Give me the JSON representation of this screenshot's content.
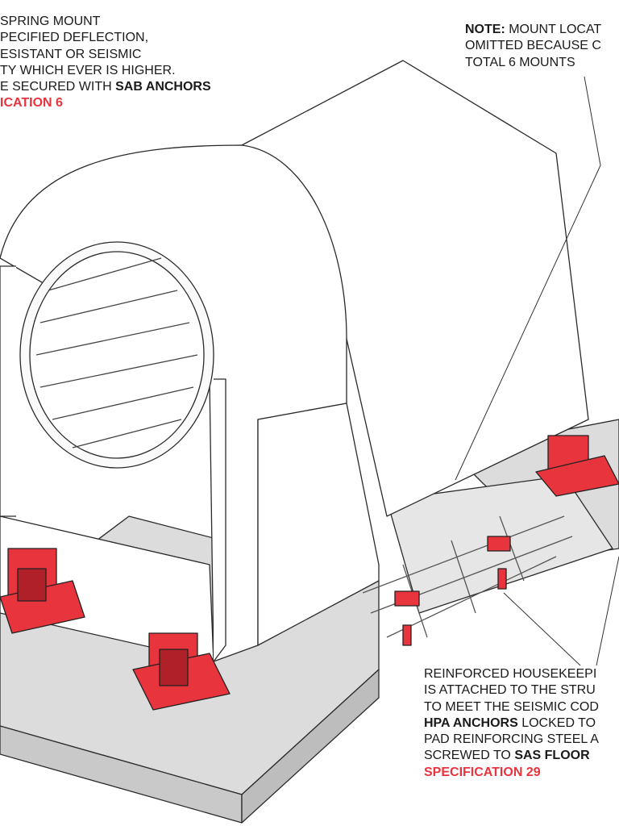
{
  "notes": {
    "left": [
      [
        {
          "t": "SPRING MOUNT",
          "s": "n"
        }
      ],
      [
        {
          "t": "PECIFIED DEFLECTION,",
          "s": "n"
        }
      ],
      [
        {
          "t": "ESISTANT OR SEISMIC",
          "s": "n"
        }
      ],
      [
        {
          "t": "TY WHICH EVER IS HIGHER.",
          "s": "n"
        }
      ],
      [
        {
          "t": "E SECURED WITH ",
          "s": "n"
        },
        {
          "t": "SAB ANCHORS",
          "s": "b"
        }
      ],
      [
        {
          "t": "ICATION 6",
          "s": "r"
        }
      ]
    ],
    "top": [
      [
        {
          "t": "NOTE:",
          "s": "b"
        },
        {
          "t": " MOUNT LOCAT",
          "s": "n"
        }
      ],
      [
        {
          "t": "OMITTED BECAUSE C",
          "s": "n"
        }
      ],
      [
        {
          "t": "TOTAL 6 MOUNTS",
          "s": "n"
        }
      ]
    ],
    "bottom": [
      [
        {
          "t": "REINFORCED HOUSEKEEPI",
          "s": "n"
        }
      ],
      [
        {
          "t": "IS ATTACHED TO THE STRU",
          "s": "n"
        }
      ],
      [
        {
          "t": "TO MEET THE SEISMIC COD",
          "s": "n"
        }
      ],
      [
        {
          "t": "HPA ANCHORS",
          "s": "b"
        },
        {
          "t": " LOCKED TO",
          "s": "n"
        }
      ],
      [
        {
          "t": "PAD REINFORCING STEEL A",
          "s": "n"
        }
      ],
      [
        {
          "t": "SCREWED TO ",
          "s": "n"
        },
        {
          "t": "SAS FLOOR",
          "s": "b"
        }
      ],
      [
        {
          "t": "SPECIFICATION 29",
          "s": "r"
        }
      ]
    ]
  },
  "colors": {
    "accent": "#e8343c",
    "line": "#2a2a2a",
    "pad": "#d9d9d9"
  }
}
